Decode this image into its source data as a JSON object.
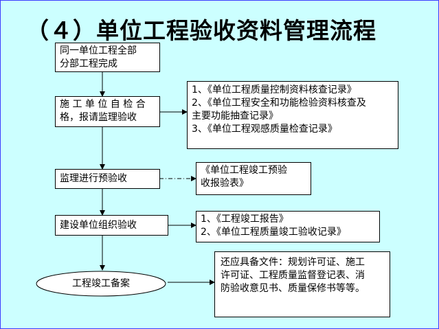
{
  "title": "（４）单位工程验收资料管理流程",
  "flow": {
    "step1": [
      "同一单位工程全部",
      "分部工程完成"
    ],
    "step2": [
      "施 工 单 位 自 检 合",
      "格，报请监理验收"
    ],
    "step3": "监理进行预验收",
    "step4": "建设单位组织验收",
    "step5": "工程竣工备案"
  },
  "notes": {
    "note1": [
      "1、《单位工程质量控制资料核查记录》",
      "2、《单位工程安全和功能检验资料核查及",
      "主要功能抽查记录》",
      "3、《单位工程观感质量检查记录》"
    ],
    "note2": [
      "《单位工程竣工预验",
      "收报验表》"
    ],
    "note3": [
      "1、《工程竣工报告》",
      "2、《单位工程质量竣工验收记录》"
    ],
    "note4": [
      "还应具备文件：规划许可证、施工",
      "许可证、工程质量监督登记表、消",
      "防验收意见书、质量保修书等等。"
    ]
  },
  "colors": {
    "background": "#ccffff",
    "frame": "#3b3bff",
    "stroke": "#000000"
  }
}
